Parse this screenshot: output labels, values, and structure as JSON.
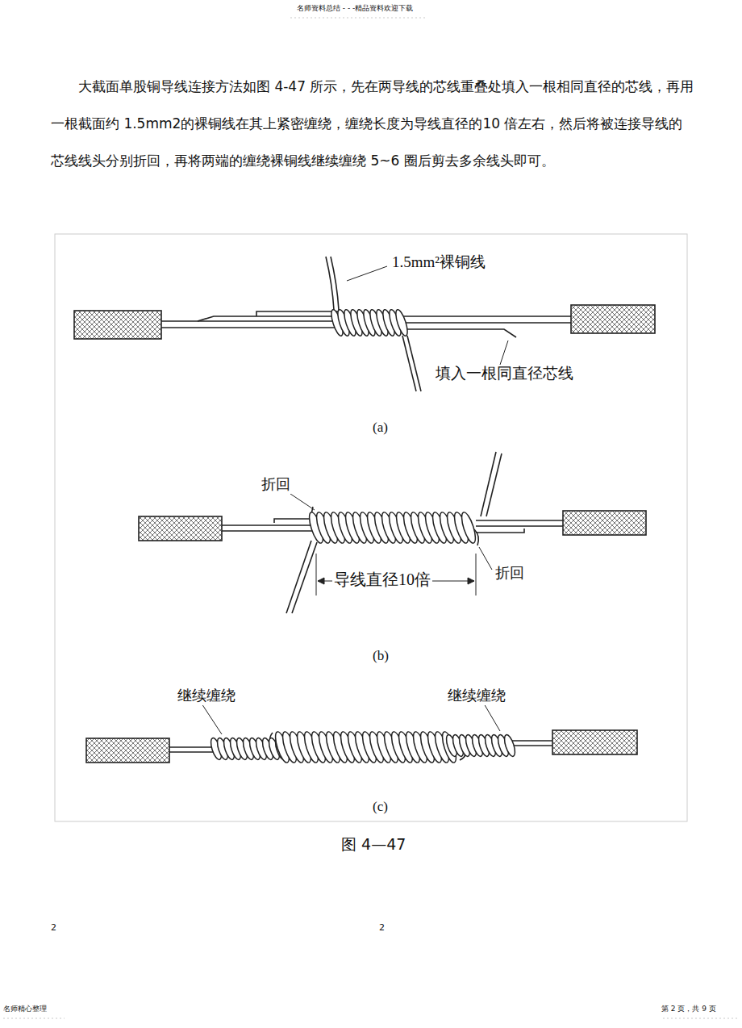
{
  "diagram": {
    "caption": "图 4—47",
    "labels": [
      "名师资料总结 - - -精品资料欢迎下载",
      "大截面单股铜导线连接方法如图 4-47 所示，先在两导线的芯线重叠处填入一根相同直径的芯线，再用一根截面约 1.5mm2的裸铜线在其上紧密缠绕，缠绕长度为导线直径的10 倍左右，然后将被连接导线的芯线线头分别折回，再将两端的缠绕裸铜线继续缠绕 5~6 圈后剪去多余线头即可。",
      "1.5mm²裸铜线",
      "填入一根同直径芯线",
      "(a)",
      "折回",
      "折回",
      "导线直径10倍",
      "(b)",
      "继续缠绕",
      "继续缠绕",
      "(c)",
      "2",
      "2",
      "名师精心整理",
      "第 2 页，共 9 页"
    ]
  }
}
